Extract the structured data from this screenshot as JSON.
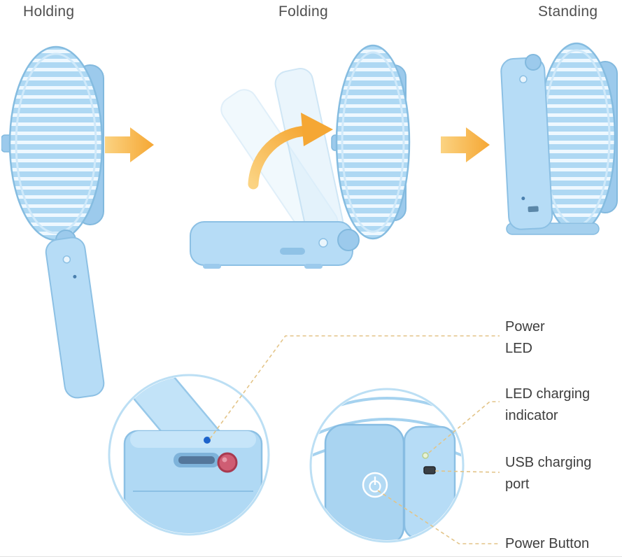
{
  "stages": [
    {
      "label": "Holding"
    },
    {
      "label": "Folding"
    },
    {
      "label": "Standing"
    }
  ],
  "callouts": [
    {
      "id": "power-led",
      "lines": [
        "Power",
        "LED"
      ]
    },
    {
      "id": "led-charging-indicator",
      "lines": [
        "LED charging",
        "indicator"
      ]
    },
    {
      "id": "usb-charging-port",
      "lines": [
        "USB charging",
        "port"
      ]
    },
    {
      "id": "power-button",
      "lines": [
        "Power Button"
      ]
    }
  ],
  "icons": {
    "transition": "arrow-right-icon",
    "fold_motion": "fold-rotation-arrow-icon",
    "power": "power-symbol-icon"
  },
  "colors": {
    "fan_body": "#aed8f3",
    "fan_body_light": "#b6dcf6",
    "fan_outline": "#85bce0",
    "fan_back": "#9ccaec",
    "grille_stripe": "#eef8ff",
    "arrow_start": "#fbd382",
    "arrow_end": "#f5a734",
    "leader_line": "#e3c488",
    "label_text": "#3e3e3e",
    "power_led_dot": "#1d63cb",
    "red_button": "#cf5d73",
    "detail_circle_ring": "#bcdff4"
  }
}
